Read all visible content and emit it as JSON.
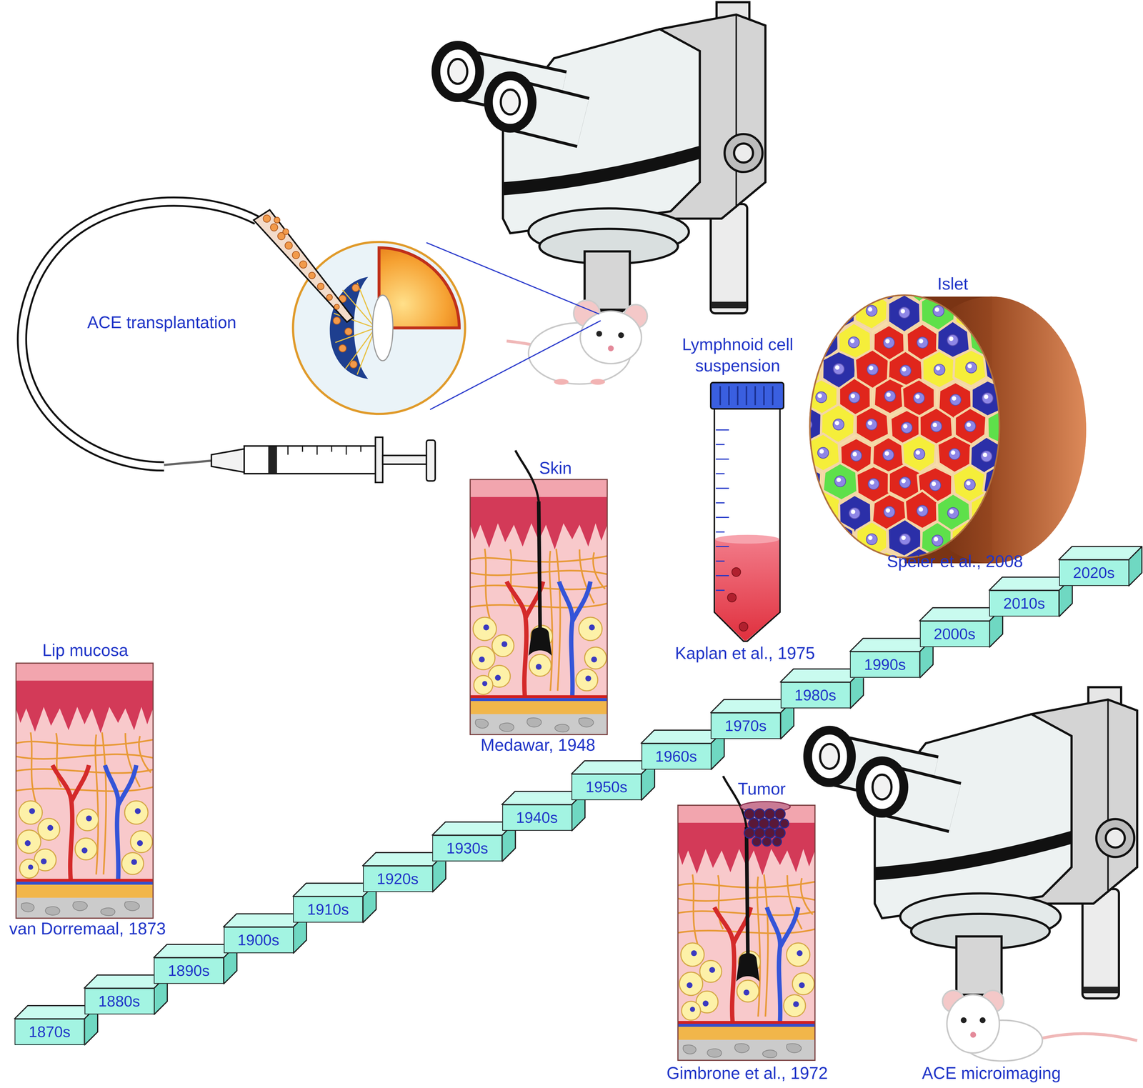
{
  "diagram": {
    "nodes": [
      {
        "text": [
          "Islet",
          "Speier et al., 2008"
        ]
      },
      {
        "text": [
          "Lymphnoid cell suspension",
          "Kaplan et al., 1975"
        ]
      },
      {
        "text": [
          "Skin",
          "Medawar, 1948"
        ]
      },
      {
        "text": [
          "Lip mucosa",
          "van Dorremaal, 1873"
        ]
      },
      {
        "text": [
          "Tumor",
          "Gimbrone et al., 1972"
        ]
      },
      {
        "text": [
          "1870s"
        ]
      },
      {
        "text": [
          "1880s"
        ]
      },
      {
        "text": [
          "1890s"
        ]
      },
      {
        "text": [
          "1900s"
        ]
      },
      {
        "text": [
          "1910s"
        ]
      },
      {
        "text": [
          "1920s"
        ]
      },
      {
        "text": [
          "1930s"
        ]
      },
      {
        "text": [
          "1940s"
        ]
      },
      {
        "text": [
          "1950s"
        ]
      },
      {
        "text": [
          "1960s"
        ]
      },
      {
        "text": [
          "1970s"
        ]
      },
      {
        "text": [
          "1980s"
        ]
      },
      {
        "text": [
          "1990s"
        ]
      },
      {
        "text": [
          "2000s"
        ]
      },
      {
        "text": [
          "2010s"
        ]
      },
      {
        "text": [
          "2020s"
        ]
      }
    ],
    "labels": [
      "ACE transplantation",
      "ACE microimaging"
    ]
  }
}
